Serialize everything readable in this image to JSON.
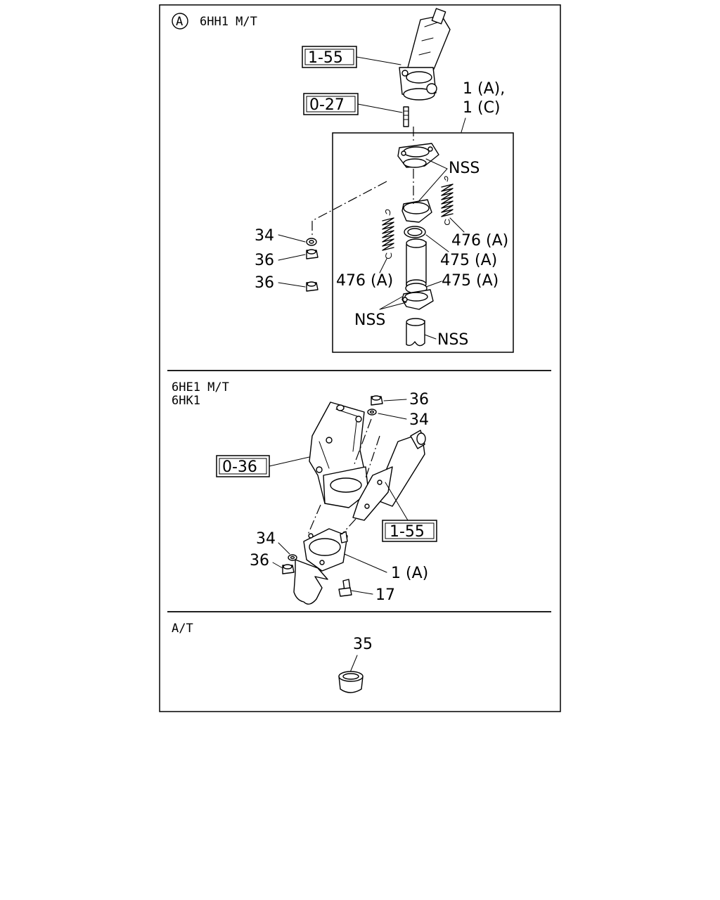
{
  "sections": [
    {
      "marker": "A",
      "header": "6HH1 M/T"
    },
    {
      "header_line1": "6HE1 M/T",
      "header_line2": "6HK1"
    },
    {
      "header": "A/T"
    }
  ],
  "section1": {
    "ref_1_55": "1-55",
    "ref_0_27": "0-27",
    "assy_line1": "1 (A),",
    "assy_line2": "1 (C)",
    "nss_top": "NSS",
    "part_476a_right": "476 (A)",
    "part_475a_upper": "475 (A)",
    "part_476a_left": "476 (A)",
    "part_475a_lower": "475 (A)",
    "nss_left": "NSS",
    "nss_bottom": "NSS",
    "part_34": "34",
    "part_36_a": "36",
    "part_36_b": "36"
  },
  "section2": {
    "part_36": "36",
    "part_34": "34",
    "ref_0_36": "0-36",
    "ref_1_55": "1-55",
    "part_34_low": "34",
    "part_36_low": "36",
    "part_1a": "1 (A)",
    "part_17": "17"
  },
  "section3": {
    "part_35": "35"
  }
}
